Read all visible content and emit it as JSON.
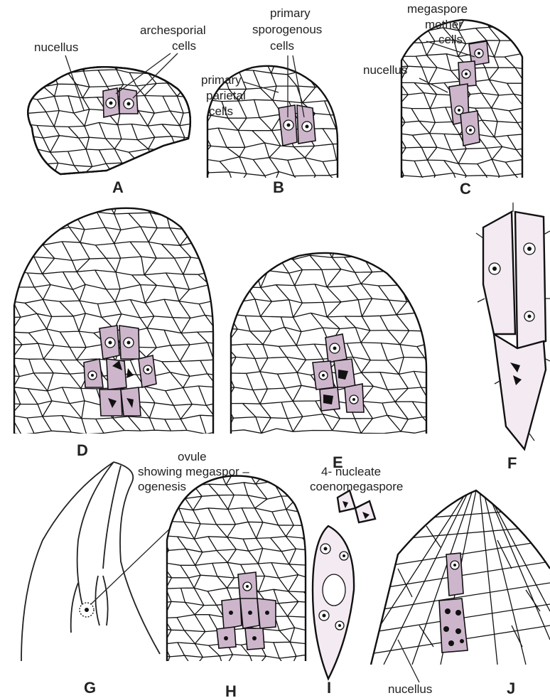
{
  "labels": {
    "nucellus_a": "nucellus",
    "archesporial": "archesporial",
    "archesporial_cells": "cells",
    "primary": "primary",
    "sporogenous": "sporogenous",
    "sporogenous_cells": "cells",
    "primary_parietal_1": "primary",
    "primary_parietal_2": "parietal",
    "primary_parietal_3": "cells",
    "megaspore": "megaspore",
    "mother": "mother",
    "mother_cells": "cells",
    "nucellus_c": "nucellus",
    "ovule": "ovule",
    "showing": "showing megaspor –",
    "ogenesis": "ogenesis",
    "four_nucleate": "4- nucleate",
    "coenomegaspore": "coenomegaspore",
    "nucellus_j": "nucellus"
  },
  "panels": [
    "A",
    "B",
    "C",
    "D",
    "E",
    "F",
    "G",
    "H",
    "I",
    "J"
  ],
  "colors": {
    "highlight": "#cdb6cb",
    "ink": "#111111"
  }
}
